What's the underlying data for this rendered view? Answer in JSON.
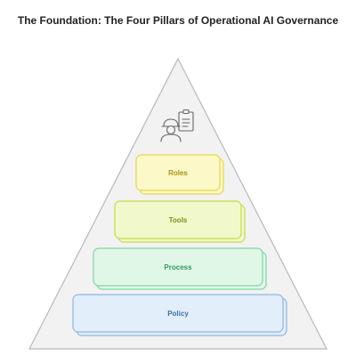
{
  "title": "The Foundation: The Four Pillars of Operational AI Governance",
  "icon": "person-with-clipboard-icon",
  "colors": {
    "pyramid_fill": "#f2f2f2",
    "pyramid_stroke": "#b8b8b8"
  },
  "layers": [
    {
      "label": "Roles",
      "fill": "#fcf8c8",
      "stroke": "#e6d84c",
      "text": "#a69410"
    },
    {
      "label": "Tools",
      "fill": "#f1f8cc",
      "stroke": "#c8d848",
      "text": "#7f8f16"
    },
    {
      "label": "Process",
      "fill": "#e0f7e8",
      "stroke": "#7fd4a0",
      "text": "#2f9a5c"
    },
    {
      "label": "Policy",
      "fill": "#e2eefa",
      "stroke": "#8fb6de",
      "text": "#3f6fa5"
    }
  ]
}
